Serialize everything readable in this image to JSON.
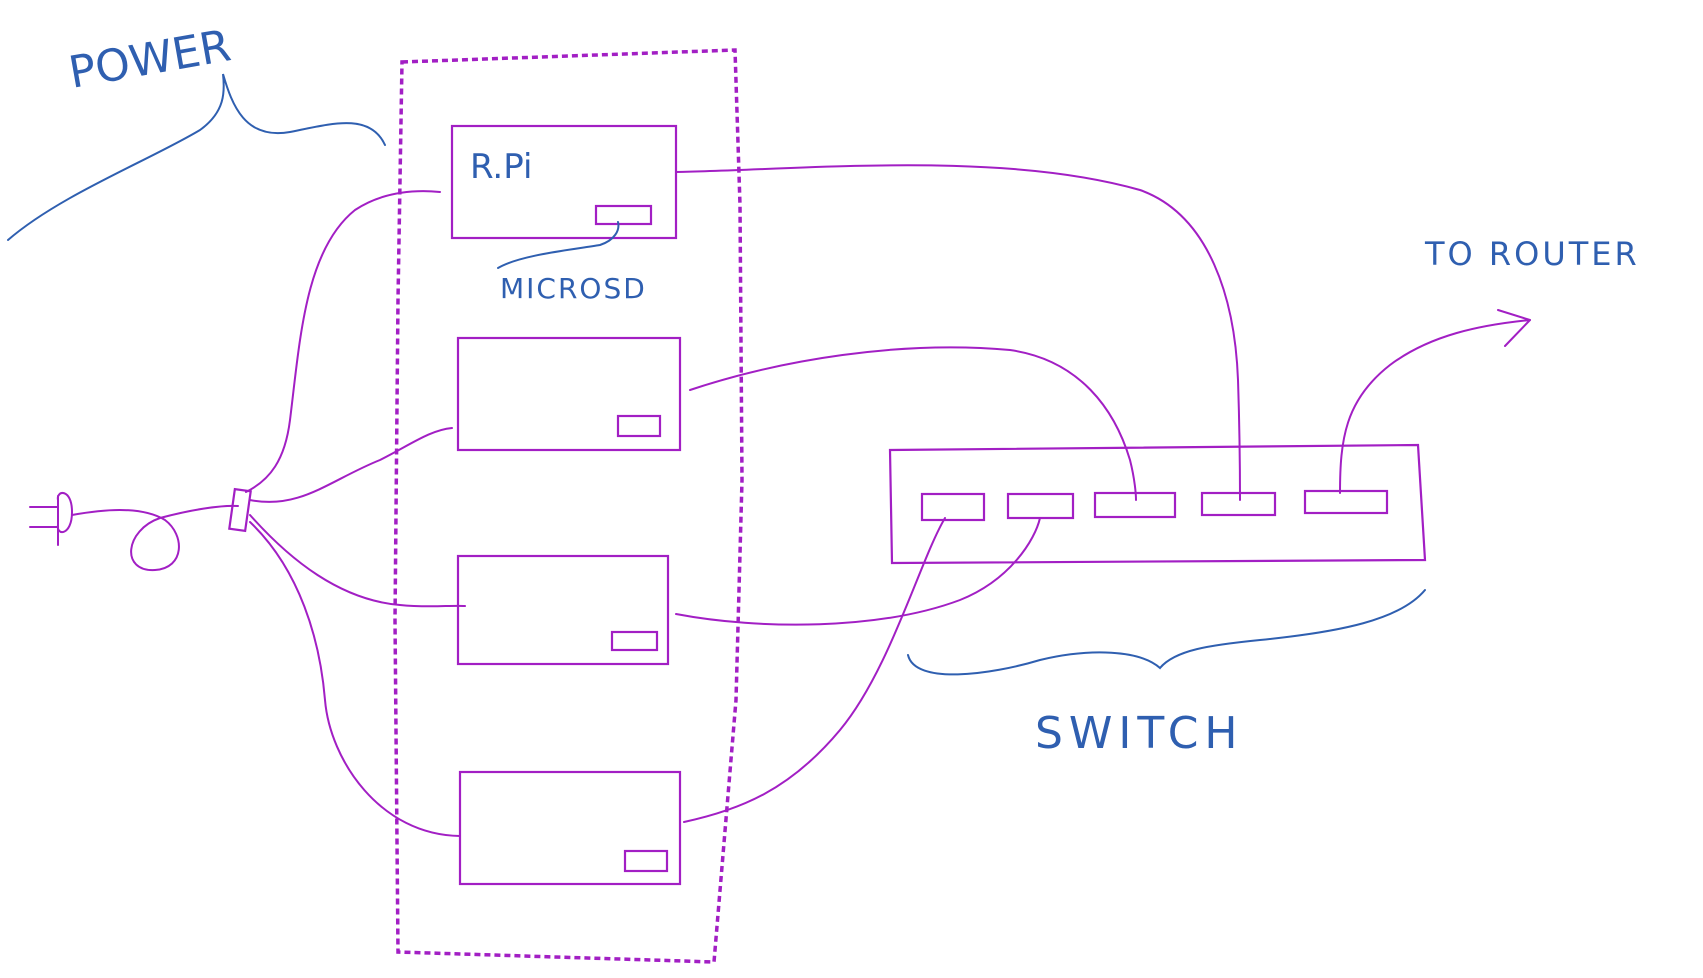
{
  "labels": {
    "power": "POWER",
    "rpi": "R.Pi",
    "microsd": "MICROSD",
    "switch": "SWITCH",
    "to_router": "TO ROUTER"
  },
  "colors": {
    "wire": "#a21fc4",
    "annotation": "#2f5fb0",
    "background": "#ffffff"
  }
}
